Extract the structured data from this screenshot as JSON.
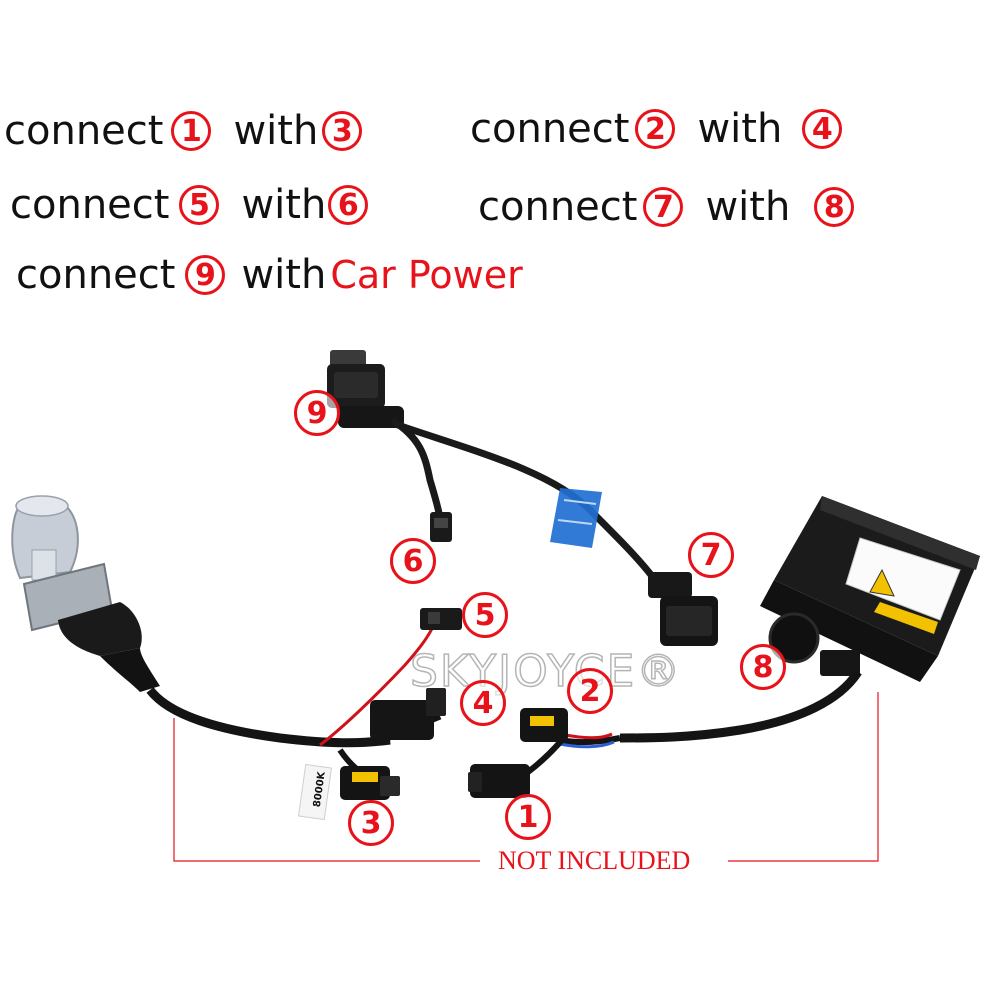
{
  "instructions": [
    {
      "word": "connect",
      "from": "1",
      "with": "with",
      "to": "3"
    },
    {
      "word": "connect",
      "from": "2",
      "with": "with",
      "to": "4"
    },
    {
      "word": "connect",
      "from": "5",
      "with": "with",
      "to": "6"
    },
    {
      "word": "connect",
      "from": "7",
      "with": "with",
      "to": "8"
    },
    {
      "word": "connect",
      "from": "9",
      "with": "with",
      "to_text": "Car Power"
    }
  ],
  "callouts": [
    "1",
    "2",
    "3",
    "4",
    "5",
    "6",
    "7",
    "8",
    "9"
  ],
  "bulb_label": "8000K",
  "note": "NOT INCLUDED",
  "watermark": "SKYJOYCE®",
  "colors": {
    "accent": "#e8131a",
    "wire": "#1a1a1a",
    "bulb_glass": "#c7cdd6",
    "ballast_body": "#1b1b1b",
    "label_yellow": "#f2c200"
  }
}
